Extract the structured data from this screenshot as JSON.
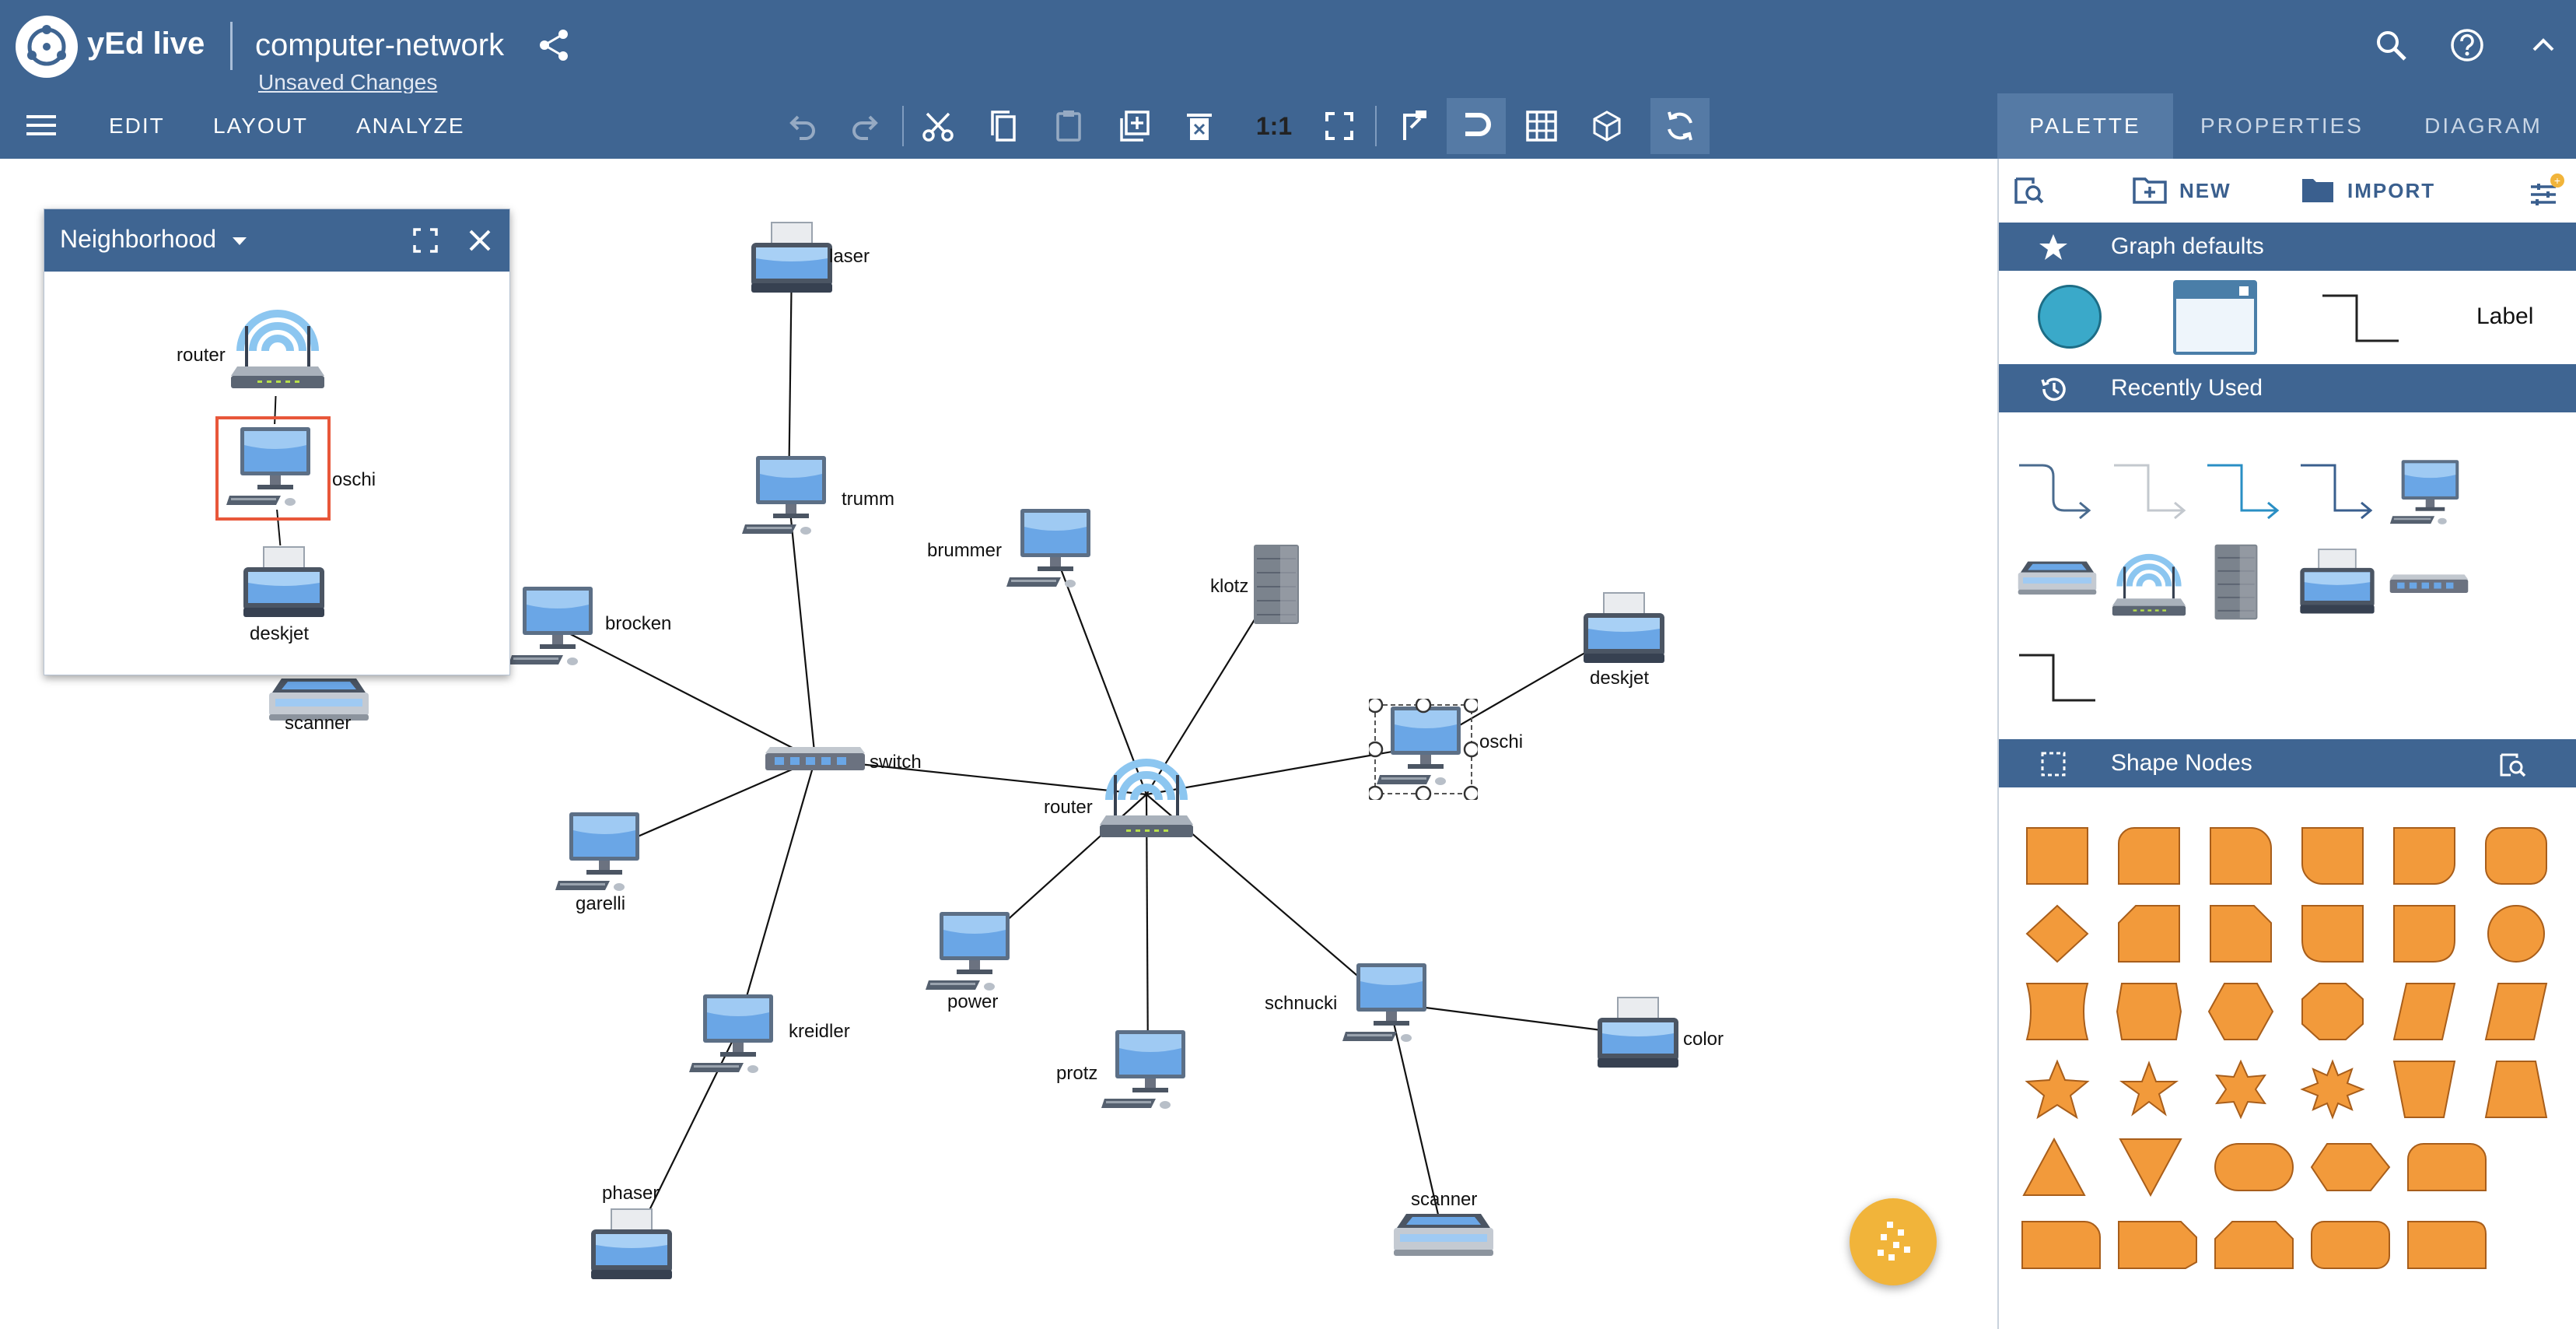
{
  "app": {
    "name": "yEd live",
    "document_title": "computer-network",
    "unsaved_label": "Unsaved Changes"
  },
  "menu": {
    "items": [
      "EDIT",
      "LAYOUT",
      "ANALYZE"
    ]
  },
  "toolbar": {
    "zoom_label": "1:1",
    "buttons": [
      "undo-icon",
      "redo-icon",
      "cut-icon",
      "copy-icon",
      "paste-icon",
      "duplicate-icon",
      "delete-icon",
      "zoom-original",
      "fit-content-icon",
      "snap-lines-icon",
      "snapping-icon",
      "grid-icon",
      "orthogonal-edge-icon",
      "auto-layout-icon"
    ]
  },
  "side_tabs": [
    "PALETTE",
    "PROPERTIES",
    "DIAGRAM"
  ],
  "palette": {
    "new_label": "NEW",
    "import_label": "IMPORT",
    "sections": {
      "graph_defaults": "Graph defaults",
      "recently_used": "Recently Used",
      "shape_nodes": "Shape Nodes"
    },
    "graph_default_label": "Label",
    "badge": "+"
  },
  "neighborhood": {
    "title": "Neighborhood",
    "nodes": [
      {
        "label": "router",
        "icon": "router-icon"
      },
      {
        "label": "oschi",
        "icon": "workstation-icon"
      },
      {
        "label": "deskjet",
        "icon": "printer-icon"
      }
    ]
  },
  "graph": {
    "nodes": [
      {
        "id": "laser",
        "label": "laser",
        "icon": "printer-icon"
      },
      {
        "id": "trumm",
        "label": "trumm",
        "icon": "workstation-icon"
      },
      {
        "id": "brocken",
        "label": "brocken",
        "icon": "workstation-icon"
      },
      {
        "id": "scanner1",
        "label": "scanner",
        "icon": "scanner-icon"
      },
      {
        "id": "switch",
        "label": "switch",
        "icon": "switch-icon"
      },
      {
        "id": "garelli",
        "label": "garelli",
        "icon": "workstation-icon"
      },
      {
        "id": "kreidler",
        "label": "kreidler",
        "icon": "workstation-icon"
      },
      {
        "id": "phaser",
        "label": "phaser",
        "icon": "printer-icon"
      },
      {
        "id": "brummer",
        "label": "brummer",
        "icon": "workstation-icon"
      },
      {
        "id": "klotz",
        "label": "klotz",
        "icon": "server-icon"
      },
      {
        "id": "router",
        "label": "router",
        "icon": "router-icon"
      },
      {
        "id": "power",
        "label": "power",
        "icon": "workstation-icon"
      },
      {
        "id": "protz",
        "label": "protz",
        "icon": "workstation-icon"
      },
      {
        "id": "oschi",
        "label": "oschi",
        "icon": "workstation-icon"
      },
      {
        "id": "deskjet",
        "label": "deskjet",
        "icon": "printer-icon"
      },
      {
        "id": "schnucki",
        "label": "schnucki",
        "icon": "workstation-icon"
      },
      {
        "id": "color",
        "label": "color",
        "icon": "printer-icon"
      },
      {
        "id": "scanner2",
        "label": "scanner",
        "icon": "scanner-icon"
      }
    ],
    "edges": [
      [
        "laser",
        "trumm"
      ],
      [
        "trumm",
        "switch"
      ],
      [
        "brocken",
        "switch"
      ],
      [
        "garelli",
        "switch"
      ],
      [
        "kreidler",
        "switch"
      ],
      [
        "kreidler",
        "phaser"
      ],
      [
        "switch",
        "router"
      ],
      [
        "brummer",
        "router"
      ],
      [
        "klotz",
        "router"
      ],
      [
        "power",
        "router"
      ],
      [
        "protz",
        "router"
      ],
      [
        "oschi",
        "router"
      ],
      [
        "oschi",
        "deskjet"
      ],
      [
        "schnucki",
        "router"
      ],
      [
        "schnucki",
        "color"
      ],
      [
        "schnucki",
        "scanner2"
      ]
    ],
    "selected": "oschi"
  },
  "colors": {
    "header": "#3f6592",
    "shape_fill": "#f29a3b",
    "fab": "#f1b43a",
    "highlight": "#e8573a"
  }
}
